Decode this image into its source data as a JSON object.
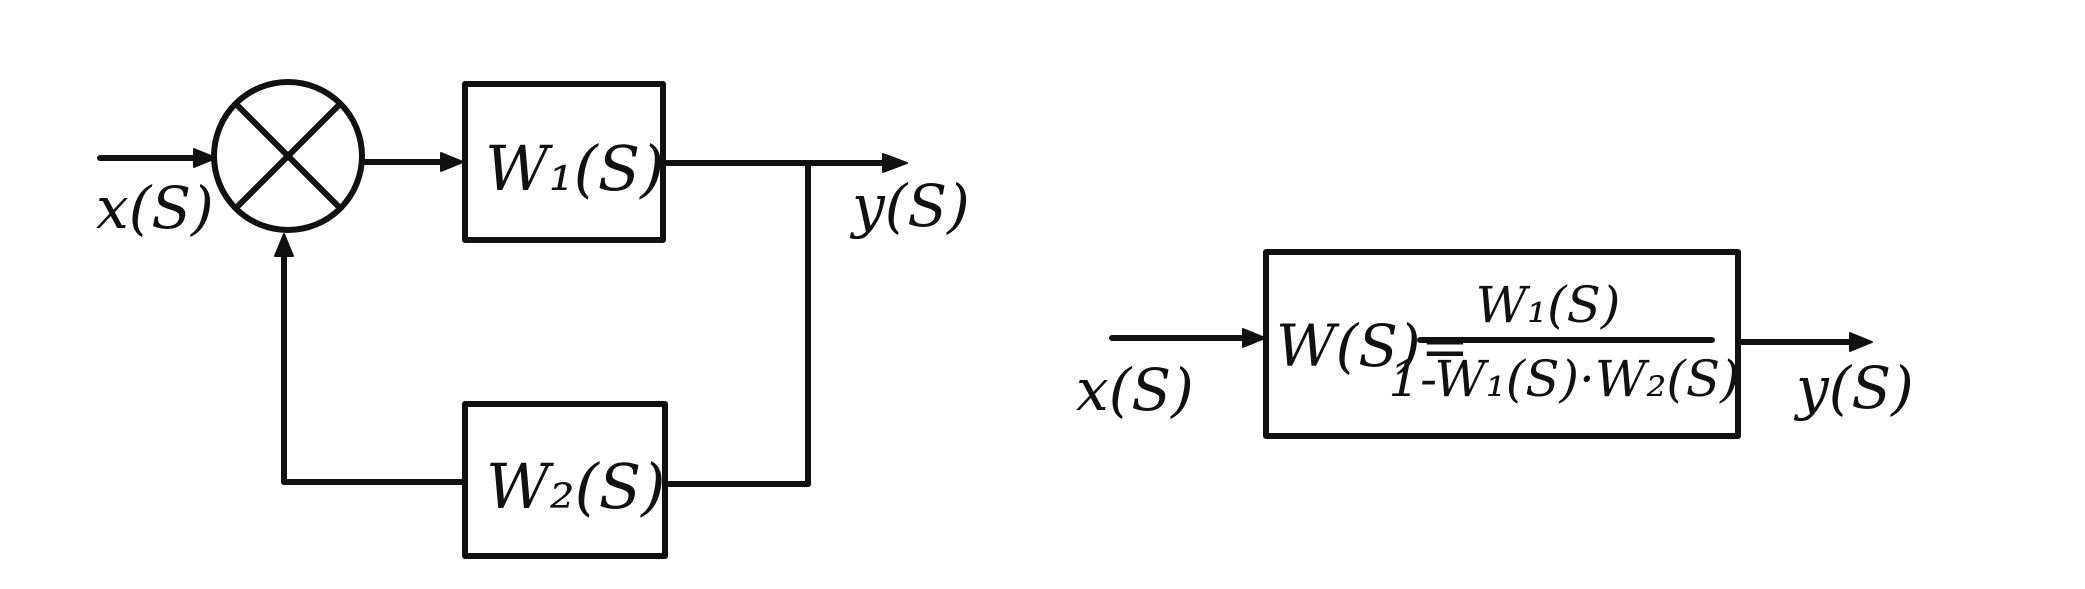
{
  "colors": {
    "ink": "#111111",
    "paper": "#ffffff"
  },
  "left_diagram": {
    "input_label": "x(S)",
    "output_label": "y(S)",
    "forward_block": "W₁(S)",
    "feedback_block": "W₂(S)"
  },
  "right_diagram": {
    "input_label": "x(S)",
    "output_label": "y(S)",
    "formula_lhs": "W(S)=",
    "formula_numerator": "W₁(S)",
    "formula_denominator": "1-W₁(S)·W₂(S)"
  }
}
